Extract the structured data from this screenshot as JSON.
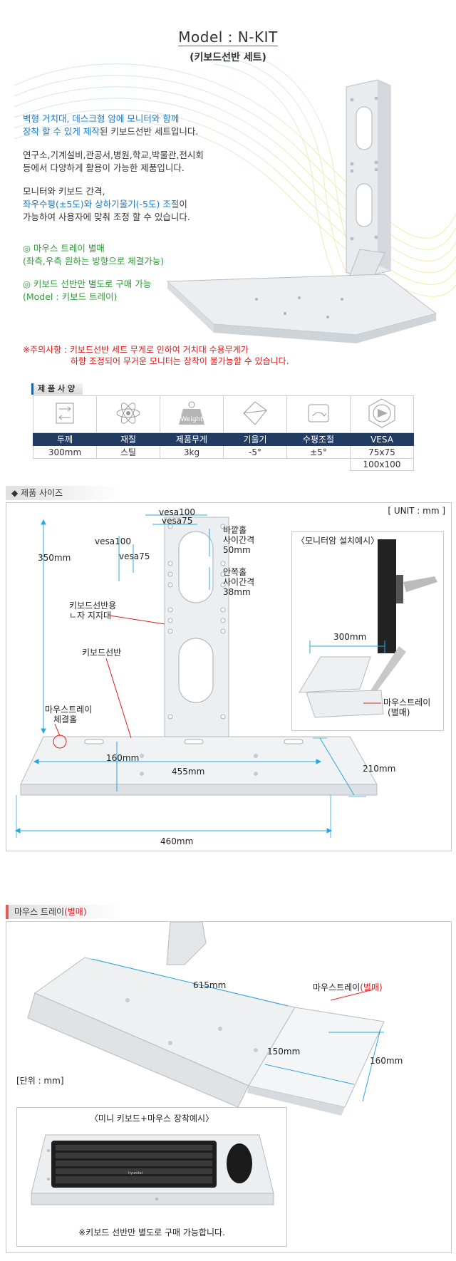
{
  "header": {
    "model": "Model : N-KIT",
    "subtitle": "(키보드선반 세트)"
  },
  "intro": {
    "p1_line1": "벽형 거치대, 데스크형 암에 모니터와 함께",
    "p1_line2_blue": "장착 할 수 있게 제작",
    "p1_line2_rest": "된 키보드선반 세트입니다.",
    "p2_line1": "연구소,기계설비,관공서,병원,학교,박물관,전시회",
    "p2_line2": "등에서 다양하게 활용이 가능한 제품입니다.",
    "p3_line1": "모니터와 키보드 간격,",
    "p3_line2_blue": "좌우수평(±5도)와 상하기울기(-5도) 조절",
    "p3_line2_rest": "이",
    "p3_line3": "가능하여 사용자에 맞춰 조정 할 수 있습니다.",
    "g1_line1": "◎ 마우스 트레이 별매",
    "g1_line2": "(좌측,우측 원하는 방향으로 체결가능)",
    "g2_line1": "◎ 키보드 선반만 별도로 구매 가능",
    "g2_line2": "(Model : 키보드 트레이)",
    "warn_line1": "※주의사항 : 키보드선반 세트 무게로 인하여 거치대 수용무게가",
    "warn_line2": "하향 조정되어 무거운 모니터는 장착이 불가능할 수 있습니다."
  },
  "spec": {
    "heading": "제 품 사 양",
    "weight_icon_text": "Weight",
    "columns": [
      {
        "label": "두께",
        "value": "300mm",
        "icon": "thickness-icon"
      },
      {
        "label": "재질",
        "value": "스틸",
        "icon": "atom-icon"
      },
      {
        "label": "제품무게",
        "value": "3kg",
        "icon": "weight-icon"
      },
      {
        "label": "기울기",
        "value": "-5°",
        "icon": "tilt-icon"
      },
      {
        "label": "수평조절",
        "value": "±5°",
        "icon": "rotate-icon"
      },
      {
        "label": "VESA",
        "value": "75x75",
        "value2": "100x100",
        "icon": "vesa-icon"
      }
    ]
  },
  "size_section": {
    "heading": "◆ 제품 사이즈",
    "unit": "[ UNIT : mm ]",
    "labels": {
      "vesa100_top": "vesa100",
      "vesa75_top": "vesa75",
      "vesa100_side": "vesa100",
      "vesa75_side": "vesa75",
      "outer_hole_1": "바깥홀",
      "outer_hole_2": "사이간격",
      "outer_hole_3": "50mm",
      "inner_hole_1": "안쪽홀",
      "inner_hole_2": "사이간격",
      "inner_hole_3": "38mm",
      "height": "350mm",
      "bracket_1": "키보드선반용",
      "bracket_2": "ㄴ자 지지대",
      "shelf": "키보드선반",
      "mouse_hole_1": "마우스트레이",
      "mouse_hole_2": "체결홀",
      "depth_inner": "160mm",
      "width_inner": "455mm",
      "depth_outer": "210mm",
      "width_outer": "460mm"
    },
    "example": {
      "title": "〈모니터암 설치예시〉",
      "width": "300mm",
      "tray_1": "마우스트레이",
      "tray_2": "(별매)"
    }
  },
  "mouse_section": {
    "heading_a": "마우스 트레이",
    "heading_b": "(별매)",
    "unit": "[단위 : mm]",
    "length": "615mm",
    "tray_label_a": "마우스트레이",
    "tray_label_b": "(별매)",
    "tray_depth": "150mm",
    "tray_width": "160mm",
    "mini_title": "〈미니 키보드+마우스 장착예시〉",
    "note": "※키보드 선반만 별도로 구매 가능합니다.",
    "keyboard_brand": "hyundai"
  }
}
